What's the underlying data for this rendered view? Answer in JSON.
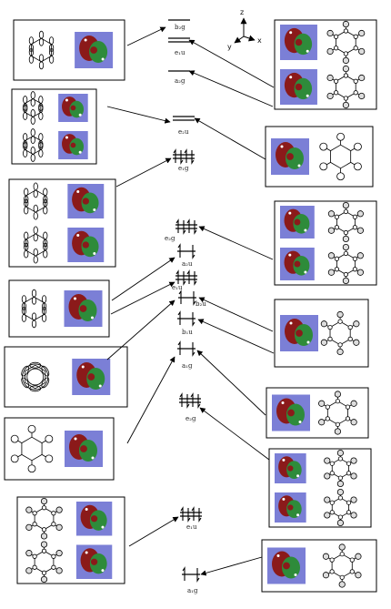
{
  "levels": [
    {
      "id": "b2g",
      "label": "b₂g",
      "electrons": 0
    },
    {
      "id": "e1u_upper",
      "label": "e₁u",
      "electrons": 0
    },
    {
      "id": "a2g",
      "label": "a₂g",
      "electrons": 0
    },
    {
      "id": "e2u",
      "label": "e₂u",
      "electrons": 0
    },
    {
      "id": "e1g_upper",
      "label": "e₁g",
      "electrons": 4
    },
    {
      "id": "e2g_upper",
      "label": "e₂g",
      "electrons": 4
    },
    {
      "id": "a2u",
      "label": "a₂u",
      "electrons": 2
    },
    {
      "id": "e1u_mid",
      "label": "e₁u",
      "electrons": 4
    },
    {
      "id": "b2u",
      "label": "b₂u",
      "electrons": 2
    },
    {
      "id": "b1u",
      "label": "b₁u",
      "electrons": 2
    },
    {
      "id": "a1g_mid",
      "label": "a₁g",
      "electrons": 2
    },
    {
      "id": "e2g_low",
      "label": "e₂g",
      "electrons": 4
    },
    {
      "id": "e1u_low",
      "label": "e₁u",
      "electrons": 4
    },
    {
      "id": "a1g_low",
      "label": "a₁g",
      "electrons": 2
    }
  ],
  "axes": {
    "z": "z",
    "x": "x",
    "y": "y"
  },
  "colors": {
    "lobe_green": "#2e8b3a",
    "lobe_red": "#8b1a1a",
    "backdrop": "#7b7fd6",
    "line": "#000000"
  },
  "orbital_panels": [
    {
      "id": "L1",
      "icon": "pi-lobe-ring-icon"
    },
    {
      "id": "L2",
      "icon": "pi-lobe-stack-icon"
    },
    {
      "id": "L3",
      "icon": "pi-lobe-stack-icon"
    },
    {
      "id": "L4",
      "icon": "pi-lobe-ring-icon"
    },
    {
      "id": "L5",
      "icon": "sigma-ring-icon"
    },
    {
      "id": "L6",
      "icon": "s-ring-icon"
    },
    {
      "id": "L7",
      "icon": "sp-lobe-icon"
    },
    {
      "id": "R1",
      "icon": "ring-sphere-icon"
    },
    {
      "id": "R2",
      "icon": "s-ring-icon"
    },
    {
      "id": "R3",
      "icon": "ring-sphere-icon"
    },
    {
      "id": "R4",
      "icon": "ring-sphere-icon"
    },
    {
      "id": "R5",
      "icon": "ring-sphere-icon"
    },
    {
      "id": "R6",
      "icon": "ring-sphere-icon"
    },
    {
      "id": "R7",
      "icon": "ring-sphere-icon"
    }
  ]
}
